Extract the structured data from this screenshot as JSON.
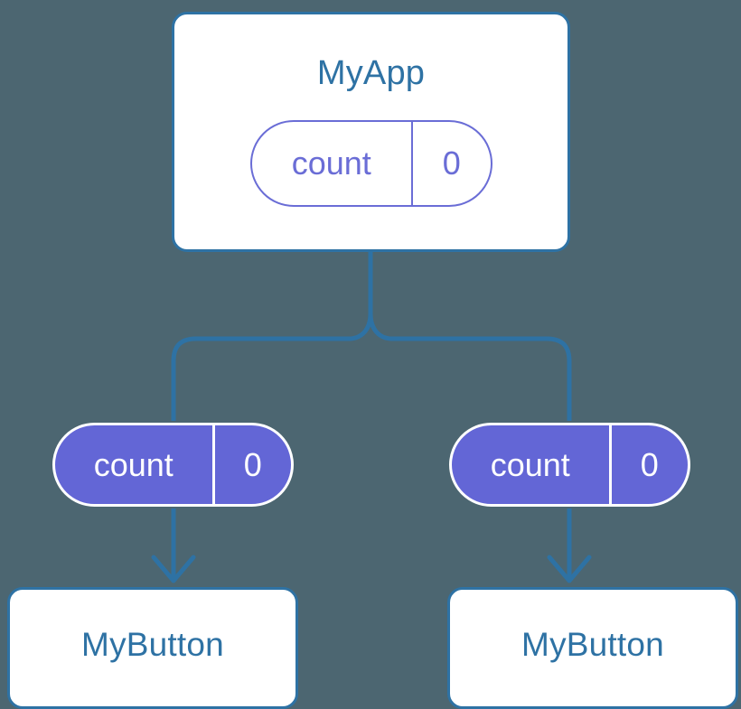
{
  "diagram": {
    "title": "MyApp component tree with count state passed to MyButton children",
    "background_color": "#4c6671",
    "accent_blue": "#2e72a4",
    "accent_purple": "#6366d6",
    "pill_outline_color": "#6a6dd6",
    "card_fill": "#ffffff"
  },
  "root": {
    "name": "MyApp",
    "state_pill": {
      "key": "count",
      "value": "0",
      "style": "outline"
    }
  },
  "props": [
    {
      "id": "left",
      "key": "count",
      "value": "0",
      "style": "filled"
    },
    {
      "id": "right",
      "key": "count",
      "value": "0",
      "style": "filled"
    }
  ],
  "children": [
    {
      "id": "left",
      "name": "MyButton"
    },
    {
      "id": "right",
      "name": "MyButton"
    }
  ],
  "connectors": {
    "trunk": "vertical-line-from-myapp",
    "split": "tee-split-to-two-branches",
    "arrow_left": "down-arrow-to-left-mybutton",
    "arrow_right": "down-arrow-to-right-mybutton"
  }
}
